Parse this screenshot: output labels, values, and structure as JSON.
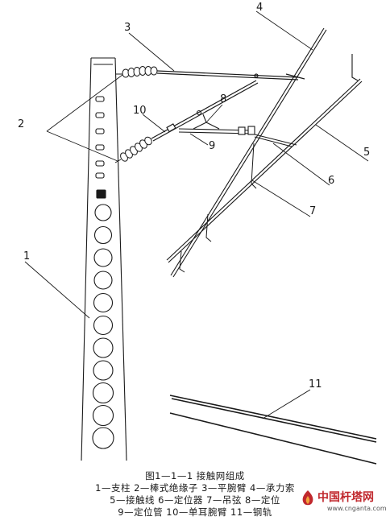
{
  "callouts": [
    "1",
    "2",
    "3",
    "4",
    "5",
    "6",
    "7",
    "8",
    "9",
    "10",
    "11"
  ],
  "caption": {
    "title": "图1—1—1  接触网组成",
    "line1": "1—支柱  2—棒式绝缘子  3—平腕臂  4—承力索",
    "line2": "5—接触线  6—定位器  7—吊弦  8—定位",
    "line3": "9—定位管  10—单耳腕臂  11—钢轨"
  },
  "watermark": {
    "text": "中国杆塔网",
    "url": "www.cnganta.com"
  },
  "colors": {
    "line": "#1a1a1a",
    "watermark": "#c0282d"
  }
}
